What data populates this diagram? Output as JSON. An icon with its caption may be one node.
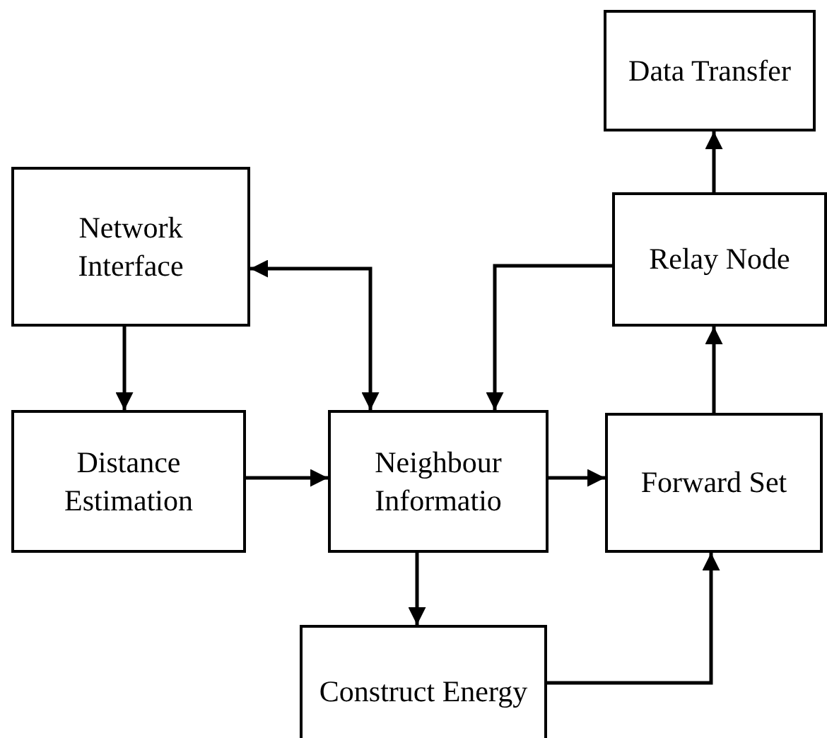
{
  "diagram": {
    "nodes": [
      {
        "text": [
          "Data Transfer"
        ]
      },
      {
        "text": [
          "Network Interface"
        ]
      },
      {
        "text": [
          "Relay Node"
        ]
      },
      {
        "text": [
          "Distance Estimation"
        ]
      },
      {
        "text": [
          "Neighbour Informatio"
        ]
      },
      {
        "text": [
          "Forward Set"
        ]
      },
      {
        "text": [
          "Construct Energy"
        ]
      }
    ],
    "edges": [
      {
        "from": 1,
        "to": 3,
        "arrow": "to"
      },
      {
        "from": 3,
        "to": 4,
        "arrow": "to"
      },
      {
        "from": 4,
        "to": 5,
        "arrow": "to"
      },
      {
        "from": 5,
        "to": 2,
        "arrow": "to"
      },
      {
        "from": 2,
        "to": 0,
        "arrow": "to"
      },
      {
        "from": 4,
        "to": 1,
        "arrow": "both"
      },
      {
        "from": 2,
        "to": 4,
        "arrow": "to"
      },
      {
        "from": 4,
        "to": 6,
        "arrow": "to"
      },
      {
        "from": 6,
        "to": 5,
        "arrow": "to"
      }
    ]
  }
}
